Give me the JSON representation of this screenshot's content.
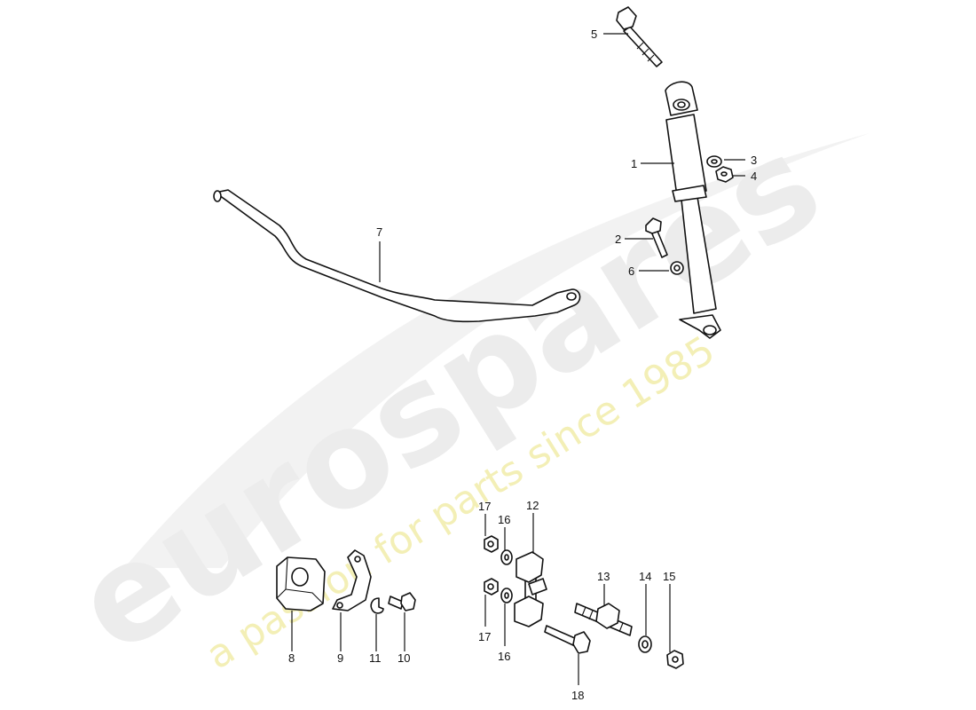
{
  "watermark": {
    "brand": "eurospares",
    "tagline": "a passion for parts since 1985",
    "brand_color": "#e8e8e8",
    "tagline_color": "#efe9a0"
  },
  "callouts": {
    "c1": "1",
    "c2": "2",
    "c3": "3",
    "c4": "4",
    "c5": "5",
    "c6": "6",
    "c7": "7",
    "c8": "8",
    "c9": "9",
    "c10": "10",
    "c11": "11",
    "c12": "12",
    "c13": "13",
    "c14": "14",
    "c15": "15",
    "c16a": "16",
    "c16b": "16",
    "c17a": "17",
    "c17b": "17",
    "c18": "18"
  }
}
